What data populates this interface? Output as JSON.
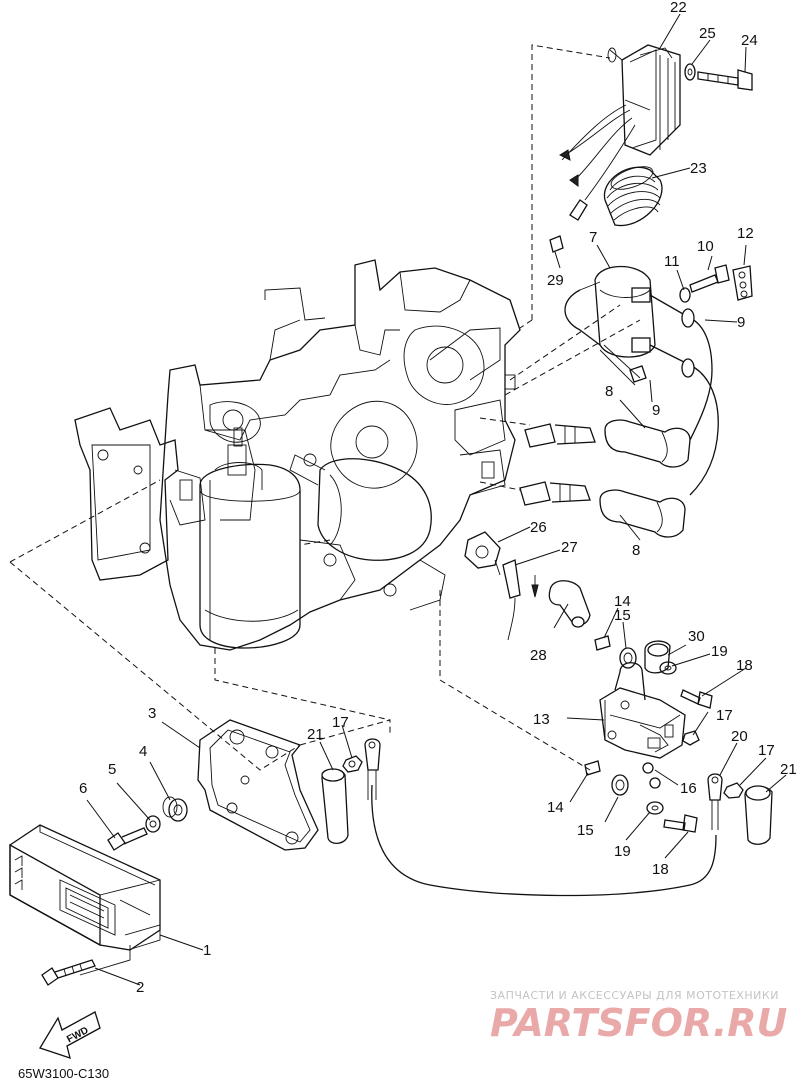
{
  "diagram_code": "65W3100-C130",
  "fwd_label": "FWD",
  "watermark": {
    "top_text": "ЗАПЧАСТИ И АКСЕССУАРЫ ДЛЯ МОТОТЕХНИКИ",
    "brand": "PARTSFOR.RU"
  },
  "callouts": {
    "p1": "1",
    "p2": "2",
    "p3": "3",
    "p4": "4",
    "p5": "5",
    "p6": "6",
    "p7": "7",
    "p8a": "8",
    "p8b": "8",
    "p9a": "9",
    "p9b": "9",
    "p10": "10",
    "p11": "11",
    "p12": "12",
    "p13": "13",
    "p14a": "14",
    "p14b": "14",
    "p15a": "15",
    "p15b": "15",
    "p16": "16",
    "p17a": "17",
    "p17b": "17",
    "p17c": "17",
    "p18a": "18",
    "p18b": "18",
    "p19a": "19",
    "p19b": "19",
    "p20": "20",
    "p21a": "21",
    "p21b": "21",
    "p22": "22",
    "p23": "23",
    "p24": "24",
    "p25": "25",
    "p26": "26",
    "p27": "27",
    "p28": "28",
    "p29": "29",
    "p30": "30"
  }
}
